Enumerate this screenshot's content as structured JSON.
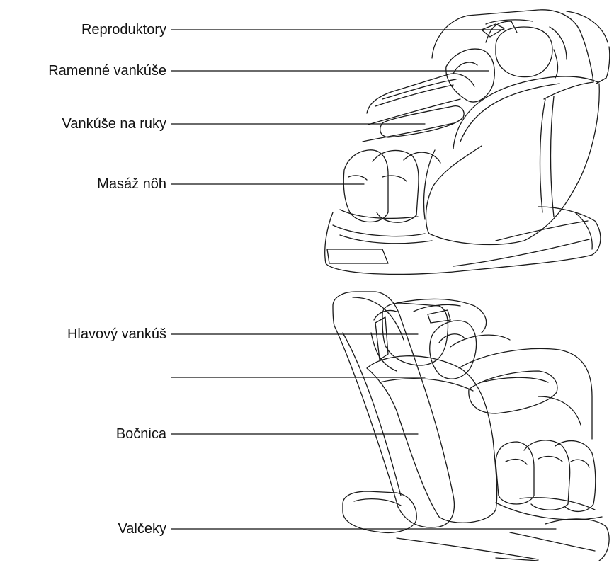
{
  "colors": {
    "line": "#1a1a1a",
    "background": "#ffffff",
    "text": "#111111"
  },
  "top_chair": {
    "labels": [
      {
        "id": "reproduktory",
        "text": "Reproduktory"
      },
      {
        "id": "ramenne",
        "text": "Ramenné vankúše"
      },
      {
        "id": "ruky",
        "text": "Vankúše na ruky"
      },
      {
        "id": "nohy",
        "text": "Masáž nôh"
      }
    ]
  },
  "bottom_chair": {
    "labels": [
      {
        "id": "hlavovy",
        "text": "Hlavový vankúš"
      },
      {
        "id": "unlabeled",
        "text": ""
      },
      {
        "id": "bocnica",
        "text": "Bočnica"
      },
      {
        "id": "valceky",
        "text": "Valčeky"
      }
    ]
  }
}
